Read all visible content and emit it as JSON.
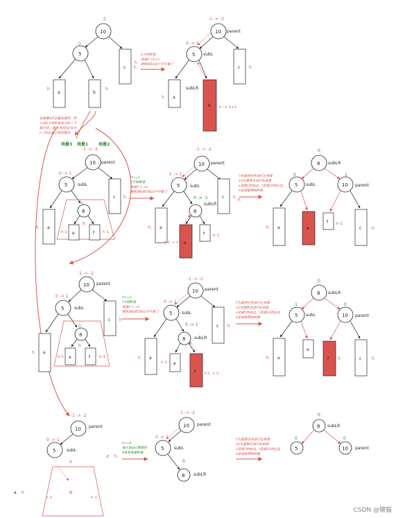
{
  "labels": {
    "n10": "10",
    "n5": "5",
    "n8": "8",
    "a": "a",
    "b": "b",
    "c": "c",
    "e": "e",
    "f": "f",
    "h": "h",
    "h1": "h-1",
    "parent": "parent",
    "subL": "subL",
    "subLR": "subLR",
    "bf_m1": "-1",
    "bf_0": "0",
    "bf_1": "1",
    "bf_m1_m2": "-1 -> -2",
    "bf_0_1": "0 -> 1",
    "bf_0_m1": "0 -> -1",
    "b_grow": "h -> h+1",
    "h1_to_h": "h-1 -> h",
    "watermark": "CSDN @懒猫"
  },
  "notes": {
    "n1": [
      "b子树新增",
      "高度h->h+1",
      "更新到10这个不平衡了"
    ],
    "n2": [
      "就是要对5位置先旋转，然",
      "以对b子树的具体分析一下",
      "部分拆，展开为8和左右为",
      "h-1的左右子树的情况"
    ],
    "scenes": [
      "场景3",
      "场景1",
      "场景2"
    ],
    "s1": [
      "h>=1",
      "e子树新增",
      "高度h-1->h",
      "更新到8后5和10不平衡了"
    ],
    "s1r": [
      "5先旋转在先进行左单旋",
      "10为旋转点进行右单旋",
      "e变成5的右边，f变成10的左边",
      "8变成旋转树的根"
    ],
    "s2": [
      "h>=1",
      "f子树新增",
      "高度h-1->h",
      "更新到8后5和10不平衡了"
    ],
    "s2r": [
      "5为旋转点先进行左单旋",
      "10为旋转点进行右单旋",
      "e变成5的右边，f变成10的左边",
      "8变成旋转树的根"
    ],
    "s3": [
      "h==0",
      "插入前abc都是空",
      "8本身就是新增"
    ],
    "s3r": [
      "5为旋转点先进行左单旋",
      "10为旋转点进行右单旋",
      "e变成5的右边，f变成10的左边",
      "8变成旋转树的根"
    ]
  },
  "colors": {
    "red": "#d9534f",
    "green": "#2e8b2e",
    "fill": "#d9534f"
  }
}
